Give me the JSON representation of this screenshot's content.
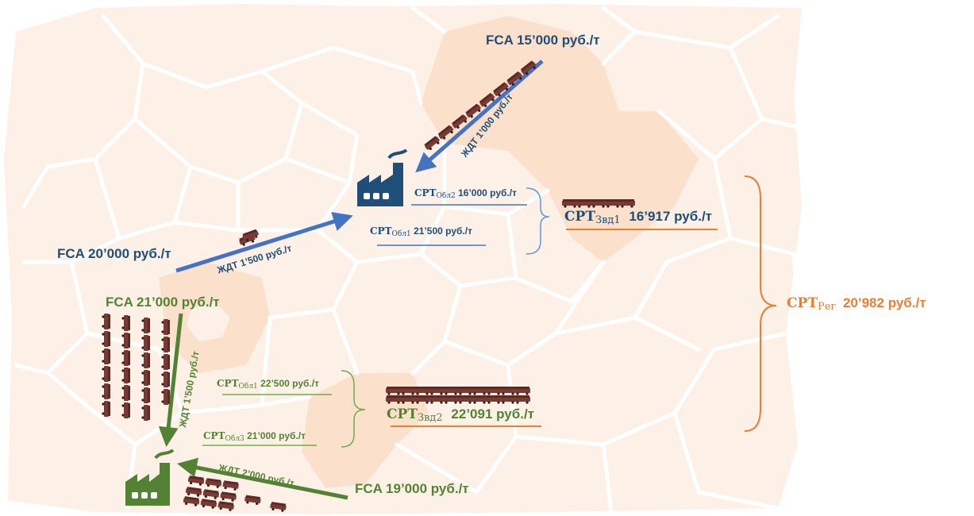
{
  "colors": {
    "blue": "#1f4e79",
    "arrow_blue": "#4472c4",
    "green": "#548235",
    "orange": "#ed7d31",
    "map_fill": "#fdf0e6",
    "map_highlight": "#fbe1cc",
    "map_border": "#ffffff",
    "wagon": "#7a3a34"
  },
  "icons": {
    "factory_blue": "factory-icon",
    "factory_green": "factory-icon",
    "wagon": "railcar-icon"
  },
  "suppliers": {
    "north": "FCA 15’000 руб./т",
    "west": "FCA 20’000 руб./т",
    "southwest": "FCA 21’000 руб./т",
    "south": "FCA 19’000 руб./т"
  },
  "rail": {
    "north": "ЖДТ 1’000 руб./т",
    "west": "ЖДТ 1’500 руб./т",
    "southwest": "ЖДТ 1’500 руб./т",
    "south": "ЖДТ 2’000 руб./т"
  },
  "plant1": {
    "srt_obl2": {
      "prefix": "СРТ",
      "sub": "Обл2",
      "value": "16’000 руб./т"
    },
    "srt_obl1": {
      "prefix": "СРТ",
      "sub": "Обл1",
      "value": "21’500 руб./т"
    },
    "srt_zvd": {
      "prefix": "СРТ",
      "sub": "Звд1",
      "value": "16’917 руб./т"
    }
  },
  "plant2": {
    "srt_obl1": {
      "prefix": "СРТ",
      "sub": "Обл1",
      "value": "22’500 руб./т"
    },
    "srt_obl3": {
      "prefix": "СРТ",
      "sub": "Обл3",
      "value": "21’000 руб./т"
    },
    "srt_zvd": {
      "prefix": "СРТ",
      "sub": "Звд2",
      "value": "22’091 руб./т"
    }
  },
  "region": {
    "prefix": "СРТ",
    "sub": "Рег",
    "value": "20’982 руб./т"
  }
}
